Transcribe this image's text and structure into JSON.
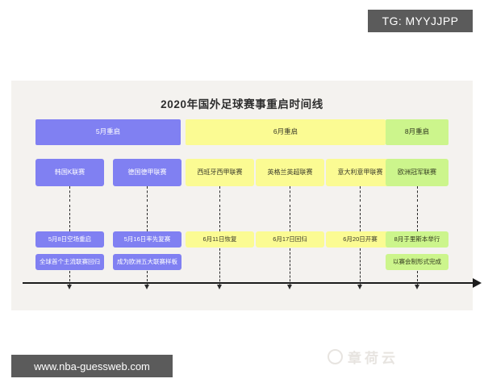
{
  "badge": {
    "label": "TG: MYYJJPP"
  },
  "footer": {
    "url": "www.nba-guessweb.com"
  },
  "watermark": {
    "text": "章荷云"
  },
  "panel": {
    "title": "2020年国外足球赛事重启时间线",
    "colors": {
      "purple": "#8080f2",
      "yellow": "#fbfb93",
      "green": "#ccf58c",
      "background": "#f4f2ef",
      "axis": "#1c1c1c",
      "badge": "#5b5b5b"
    }
  },
  "chart_data": {
    "type": "timeline",
    "title": "2020年国外足球赛事重启时间线",
    "phases": [
      {
        "label": "5月重启",
        "color": "purple"
      },
      {
        "label": "6月重启",
        "color": "yellow"
      },
      {
        "label": "8月重启",
        "color": "green"
      }
    ],
    "events": [
      {
        "league": "韩国K联赛",
        "date": "5月8日空场重启",
        "note": "全球首个主流联赛回归",
        "color": "purple"
      },
      {
        "league": "德国德甲联赛",
        "date": "5月16日率先复赛",
        "note": "成为欧洲五大联赛样板",
        "color": "purple"
      },
      {
        "league": "西班牙西甲联赛",
        "date": "6月11日恢复",
        "note": "",
        "color": "yellow"
      },
      {
        "league": "英格兰英超联赛",
        "date": "6月17日回归",
        "note": "",
        "color": "yellow"
      },
      {
        "league": "意大利意甲联赛",
        "date": "6月20日开赛",
        "note": "",
        "color": "yellow"
      },
      {
        "league": "欧洲冠军联赛",
        "date": "8月于里斯本举行",
        "note": "以赛会制形式完成",
        "color": "green"
      }
    ]
  }
}
